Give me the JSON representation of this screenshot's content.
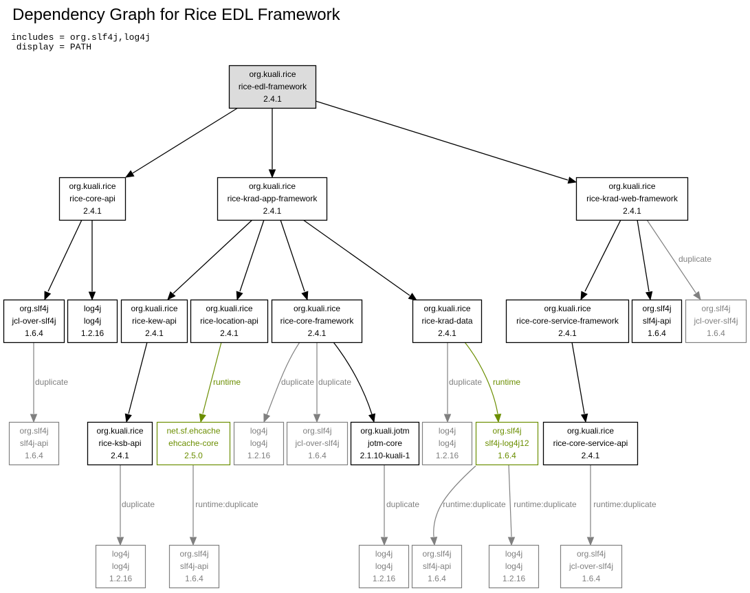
{
  "title": "Dependency Graph for Rice EDL Framework",
  "params": {
    "includes": "includes = org.slf4j,log4j",
    "display": " display = PATH"
  },
  "colors": {
    "compile": "#000000",
    "duplicate": "#808080",
    "runtime": "#6b8e00",
    "root_fill": "#dcdcdc"
  },
  "nodes": [
    {
      "id": "edl",
      "lines": [
        "org.kuali.rice",
        "rice-edl-framework",
        "2.4.1"
      ],
      "style": "root"
    },
    {
      "id": "coreapi",
      "lines": [
        "org.kuali.rice",
        "rice-core-api",
        "2.4.1"
      ],
      "style": "compile"
    },
    {
      "id": "kradapp",
      "lines": [
        "org.kuali.rice",
        "rice-krad-app-framework",
        "2.4.1"
      ],
      "style": "compile"
    },
    {
      "id": "kradweb",
      "lines": [
        "org.kuali.rice",
        "rice-krad-web-framework",
        "2.4.1"
      ],
      "style": "compile"
    },
    {
      "id": "jcl1",
      "lines": [
        "org.slf4j",
        "jcl-over-slf4j",
        "1.6.4"
      ],
      "style": "compile"
    },
    {
      "id": "log4j1",
      "lines": [
        "log4j",
        "log4j",
        "1.2.16"
      ],
      "style": "compile"
    },
    {
      "id": "kewapi",
      "lines": [
        "org.kuali.rice",
        "rice-kew-api",
        "2.4.1"
      ],
      "style": "compile"
    },
    {
      "id": "locapi",
      "lines": [
        "org.kuali.rice",
        "rice-location-api",
        "2.4.1"
      ],
      "style": "compile"
    },
    {
      "id": "corefw",
      "lines": [
        "org.kuali.rice",
        "rice-core-framework",
        "2.4.1"
      ],
      "style": "compile"
    },
    {
      "id": "kraddata",
      "lines": [
        "org.kuali.rice",
        "rice-krad-data",
        "2.4.1"
      ],
      "style": "compile"
    },
    {
      "id": "csfw",
      "lines": [
        "org.kuali.rice",
        "rice-core-service-framework",
        "2.4.1"
      ],
      "style": "compile"
    },
    {
      "id": "slf4japi1",
      "lines": [
        "org.slf4j",
        "slf4j-api",
        "1.6.4"
      ],
      "style": "compile"
    },
    {
      "id": "jcl2",
      "lines": [
        "org.slf4j",
        "jcl-over-slf4j",
        "1.6.4"
      ],
      "style": "duplicate"
    },
    {
      "id": "slf4japi2",
      "lines": [
        "org.slf4j",
        "slf4j-api",
        "1.6.4"
      ],
      "style": "duplicate"
    },
    {
      "id": "ksbapi",
      "lines": [
        "org.kuali.rice",
        "rice-ksb-api",
        "2.4.1"
      ],
      "style": "compile"
    },
    {
      "id": "ehcache",
      "lines": [
        "net.sf.ehcache",
        "ehcache-core",
        "2.5.0"
      ],
      "style": "runtime"
    },
    {
      "id": "log4j2",
      "lines": [
        "log4j",
        "log4j",
        "1.2.16"
      ],
      "style": "duplicate"
    },
    {
      "id": "jcl3",
      "lines": [
        "org.slf4j",
        "jcl-over-slf4j",
        "1.6.4"
      ],
      "style": "duplicate"
    },
    {
      "id": "jotm",
      "lines": [
        "org.kuali.jotm",
        "jotm-core",
        "2.1.10-kuali-1"
      ],
      "style": "compile"
    },
    {
      "id": "log4j3",
      "lines": [
        "log4j",
        "log4j",
        "1.2.16"
      ],
      "style": "duplicate"
    },
    {
      "id": "slf4jlog4j",
      "lines": [
        "org.slf4j",
        "slf4j-log4j12",
        "1.6.4"
      ],
      "style": "runtime"
    },
    {
      "id": "csapi",
      "lines": [
        "org.kuali.rice",
        "rice-core-service-api",
        "2.4.1"
      ],
      "style": "compile"
    },
    {
      "id": "log4j4",
      "lines": [
        "log4j",
        "log4j",
        "1.2.16"
      ],
      "style": "duplicate"
    },
    {
      "id": "slf4japi3",
      "lines": [
        "org.slf4j",
        "slf4j-api",
        "1.6.4"
      ],
      "style": "duplicate"
    },
    {
      "id": "log4j5",
      "lines": [
        "log4j",
        "log4j",
        "1.2.16"
      ],
      "style": "duplicate"
    },
    {
      "id": "slf4japi4",
      "lines": [
        "org.slf4j",
        "slf4j-api",
        "1.6.4"
      ],
      "style": "duplicate"
    },
    {
      "id": "log4j6",
      "lines": [
        "log4j",
        "log4j",
        "1.2.16"
      ],
      "style": "duplicate"
    },
    {
      "id": "jcl4",
      "lines": [
        "org.slf4j",
        "jcl-over-slf4j",
        "1.6.4"
      ],
      "style": "duplicate"
    }
  ],
  "edges": [
    {
      "from": "edl",
      "to": "coreapi",
      "style": "compile",
      "label": ""
    },
    {
      "from": "edl",
      "to": "kradapp",
      "style": "compile",
      "label": ""
    },
    {
      "from": "edl",
      "to": "kradweb",
      "style": "compile",
      "label": ""
    },
    {
      "from": "coreapi",
      "to": "jcl1",
      "style": "compile",
      "label": ""
    },
    {
      "from": "coreapi",
      "to": "log4j1",
      "style": "compile",
      "label": ""
    },
    {
      "from": "kradapp",
      "to": "kewapi",
      "style": "compile",
      "label": ""
    },
    {
      "from": "kradapp",
      "to": "locapi",
      "style": "compile",
      "label": ""
    },
    {
      "from": "kradapp",
      "to": "corefw",
      "style": "compile",
      "label": ""
    },
    {
      "from": "kradapp",
      "to": "kraddata",
      "style": "compile",
      "label": ""
    },
    {
      "from": "kradweb",
      "to": "csfw",
      "style": "compile",
      "label": ""
    },
    {
      "from": "kradweb",
      "to": "slf4japi1",
      "style": "compile",
      "label": ""
    },
    {
      "from": "kradweb",
      "to": "jcl2",
      "style": "duplicate",
      "label": "duplicate"
    },
    {
      "from": "jcl1",
      "to": "slf4japi2",
      "style": "duplicate",
      "label": "duplicate"
    },
    {
      "from": "kewapi",
      "to": "ksbapi",
      "style": "compile",
      "label": ""
    },
    {
      "from": "locapi",
      "to": "ehcache",
      "style": "runtime",
      "label": "runtime"
    },
    {
      "from": "corefw",
      "to": "log4j2",
      "style": "duplicate",
      "label": "duplicate"
    },
    {
      "from": "corefw",
      "to": "jcl3",
      "style": "duplicate",
      "label": "duplicate"
    },
    {
      "from": "corefw",
      "to": "jotm",
      "style": "compile",
      "label": ""
    },
    {
      "from": "kraddata",
      "to": "log4j3",
      "style": "duplicate",
      "label": "duplicate"
    },
    {
      "from": "kraddata",
      "to": "slf4jlog4j",
      "style": "runtime",
      "label": "runtime"
    },
    {
      "from": "csfw",
      "to": "csapi",
      "style": "compile",
      "label": ""
    },
    {
      "from": "ksbapi",
      "to": "log4j4",
      "style": "duplicate",
      "label": "duplicate"
    },
    {
      "from": "ehcache",
      "to": "slf4japi3",
      "style": "duplicate",
      "label": "runtime:duplicate"
    },
    {
      "from": "jotm",
      "to": "log4j5",
      "style": "duplicate",
      "label": "duplicate"
    },
    {
      "from": "slf4jlog4j",
      "to": "slf4japi4",
      "style": "duplicate",
      "label": "runtime:duplicate"
    },
    {
      "from": "slf4jlog4j",
      "to": "log4j6",
      "style": "duplicate",
      "label": "runtime:duplicate"
    },
    {
      "from": "csapi",
      "to": "jcl4",
      "style": "duplicate",
      "label": "runtime:duplicate"
    }
  ]
}
